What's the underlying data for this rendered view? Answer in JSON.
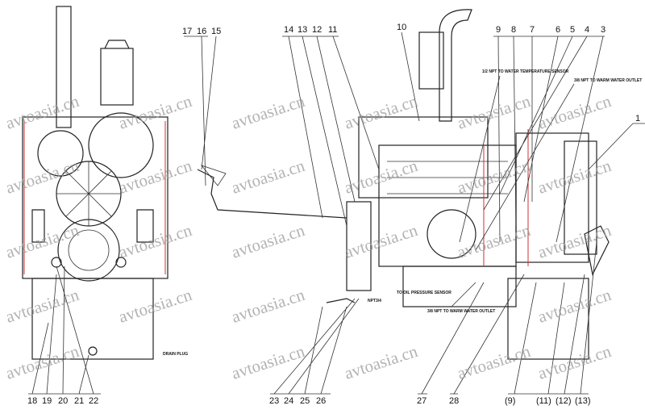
{
  "watermark": "avtoasia.cn",
  "callouts_top": [
    "17",
    "16",
    "15",
    "14",
    "13",
    "12",
    "11",
    "10",
    "9",
    "8",
    "7",
    "6",
    "5",
    "4",
    "3",
    "1"
  ],
  "callouts_bottom": [
    "18",
    "19",
    "20",
    "21",
    "22",
    "23",
    "24",
    "25",
    "26",
    "27",
    "28",
    "(9)",
    "(11)",
    "(12)",
    "(13)"
  ],
  "notes": {
    "water_temp": "1/2 NPT TO WATER TEMPERATURE SENSOR",
    "warm_outlet_top": "3/8 NPT TO WARM WATER OUTLET",
    "oil_pressure": "TO OIL PRESSURE SENSOR",
    "warm_outlet_bottom": "3/8 NPT TO WARM WATER OUTLET",
    "npt": "NPT3/4",
    "drain": "DRAIN PLUG"
  }
}
